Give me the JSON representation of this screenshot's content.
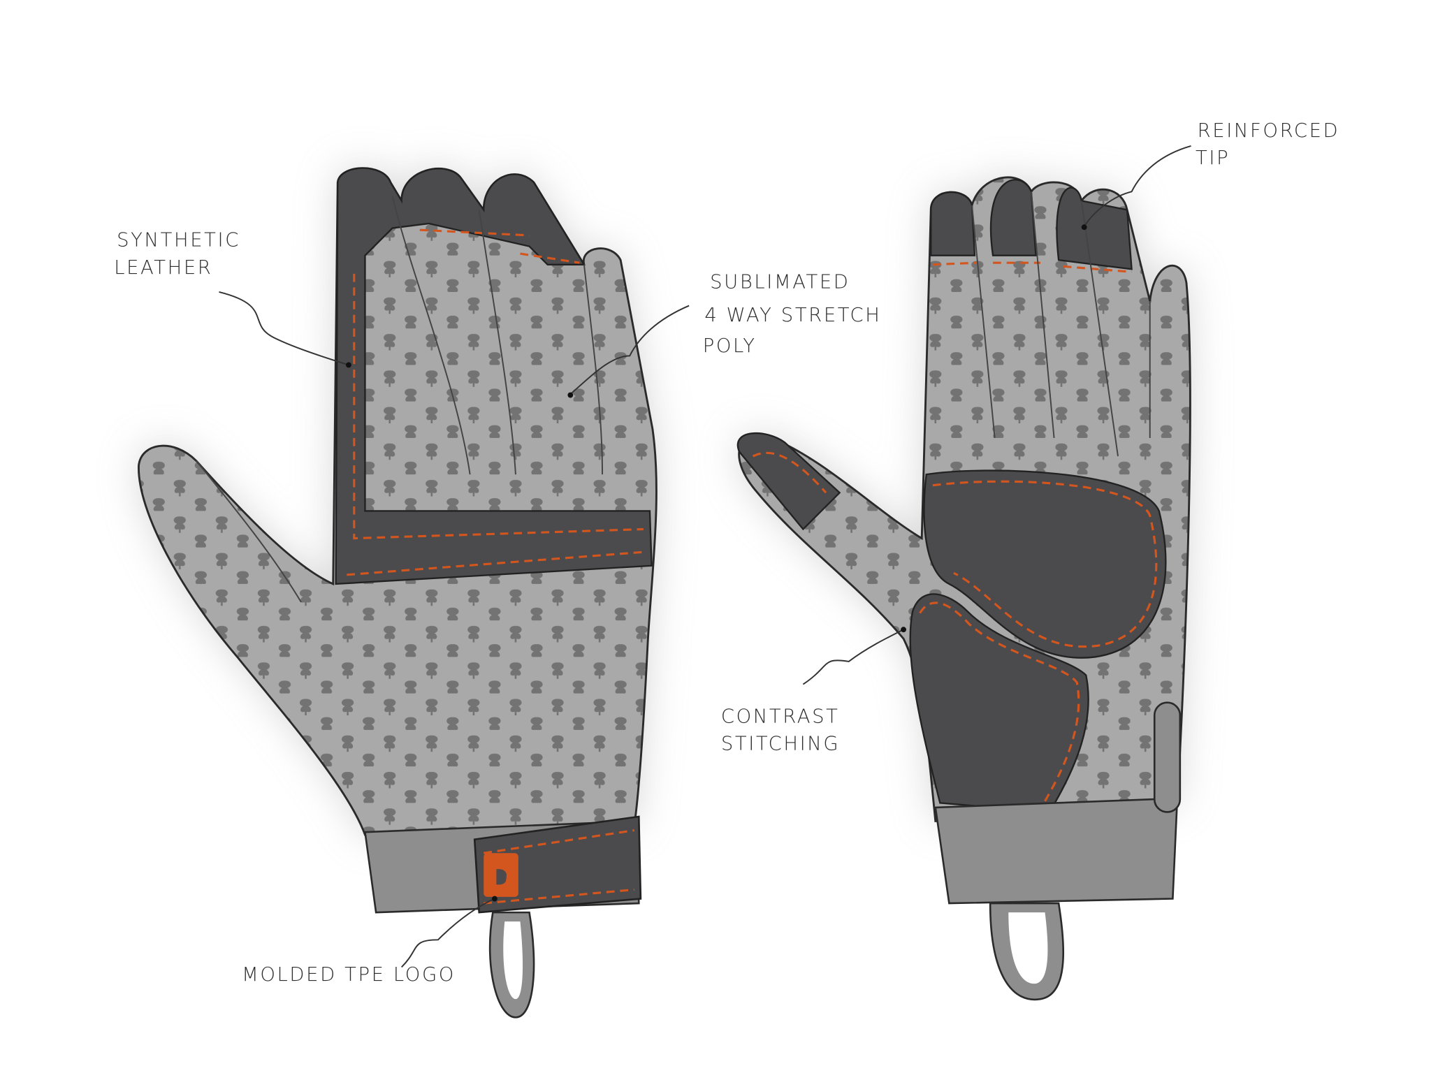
{
  "title": "Glove design sketch",
  "colors": {
    "leather": "#4b4a4c",
    "knit_base": "#a9a9a9",
    "knit_motif": "#717171",
    "stitching": "#d4561f",
    "cuff": "#8e8e8e"
  },
  "annotations": {
    "synthetic_leather": [
      "SYNTHETIC",
      "LEATHER"
    ],
    "sublimated": [
      "SUBLIMATED",
      "4 WAY STRETCH",
      "POLY"
    ],
    "reinforced_tip": [
      "REINFORCED",
      "TIP"
    ],
    "contrast_stitching": [
      "CONTRAST",
      "STITCHING"
    ],
    "molded_logo": [
      "MOLDED TPE LOGO"
    ]
  },
  "logo": {
    "letter": "D"
  }
}
